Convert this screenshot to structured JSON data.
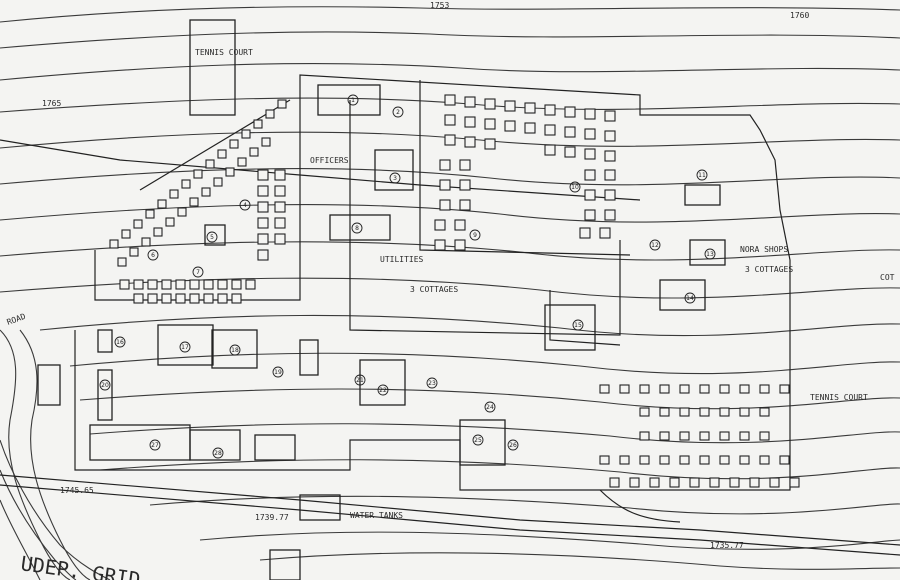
{
  "labels": {
    "tennis_court": "TENNIS COURT",
    "top_elev": "1753",
    "top_right_elev": "1760",
    "left_elev": "1765",
    "officers": "OFFICERS",
    "upper_street": "UTILITIES",
    "cottages_mid": "3 COTTAGES",
    "quarters_right": "NORA SHOPS",
    "cottages_right": "3 COTTAGES",
    "lower_right": "TENNIS COURT",
    "road_left": "ROAD",
    "bottom_elev_left": "1745.65",
    "bottom_elev_mid": "1739.77",
    "bottom_label_mid": "WATER TANKS",
    "bottom_elev_right": "1735.77",
    "bottom_left_large": "UDEP. GRID",
    "right_edge": "COT"
  },
  "building_numbers": [
    "1",
    "2",
    "3",
    "4",
    "5",
    "6",
    "7",
    "8",
    "9",
    "10",
    "11",
    "12",
    "13",
    "14",
    "15",
    "16",
    "17",
    "18",
    "19",
    "20",
    "21",
    "22",
    "23",
    "24",
    "25",
    "26",
    "27",
    "28"
  ]
}
